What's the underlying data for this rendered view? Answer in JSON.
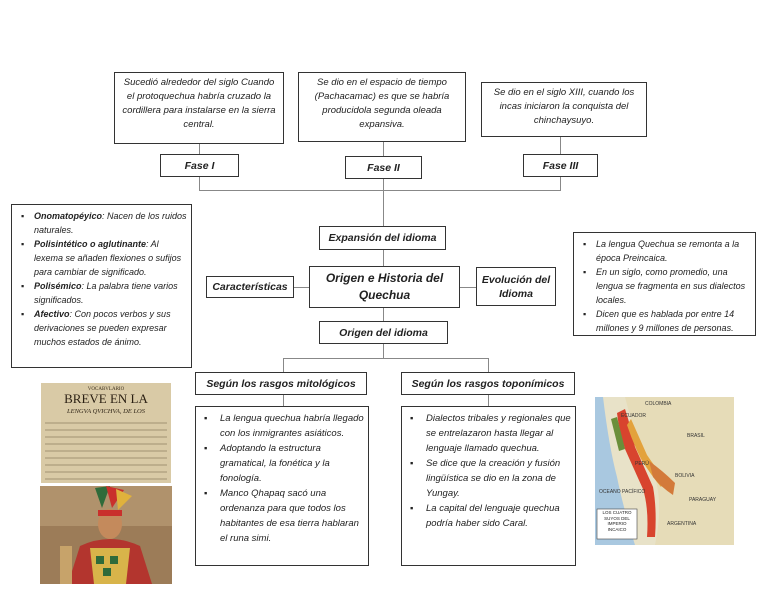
{
  "top": {
    "phase1_text": "Sucedió alrededor del siglo Cuando el protoquechua habría cruzado la cordillera para instalarse en la sierra central.",
    "phase2_text": "Se dio en el espacio de tiempo (Pachacamac) es que se habría producidola segunda oleada expansiva.",
    "phase3_text": "Se dio en el siglo XIII, cuando los incas iniciaron la conquista del chinchaysuyo."
  },
  "phases": {
    "fase1": "Fase I",
    "fase2": "Fase II",
    "fase3": "Fase III"
  },
  "center": {
    "expansion": "Expansión del idioma",
    "main_title": "Origen e Historia del Quechua",
    "origen": "Origen del idioma",
    "caracteristicas": "Características",
    "evolucion": "Evolución del Idioma"
  },
  "characteristics": [
    {
      "term": "Onomatopéyico",
      "text": ": Nacen de los ruidos naturales."
    },
    {
      "term": "Polisintético o aglutinante",
      "text": ": Al lexema se añaden flexiones o sufijos para cambiar de significado."
    },
    {
      "term": "Polisémico",
      "text": ": La palabra tiene varios significados."
    },
    {
      "term": "Afectivo",
      "text": ": Con pocos verbos y sus derivaciones se pueden expresar muchos estados de ánimo."
    }
  ],
  "evolution": [
    "La lengua Quechua se remonta a la época Preincaica.",
    "En un siglo, como promedio, una lengua se fragmenta en sus dialectos locales.",
    "Dicen que es hablada por entre 14 millones y 9 millones de personas."
  ],
  "mythological": {
    "title": "Según los rasgos mitológicos",
    "items": [
      "La lengua quechua habría llegado con los inmigrantes asiáticos.",
      "Adoptando la estructura gramatical, la fonética y la fonología.",
      "Manco Qhapaq sacó una ordenanza para que todos los habitantes de esa tierra hablaran el runa simi."
    ]
  },
  "toponymic": {
    "title": "Según los rasgos toponímicos",
    "items": [
      "Dialectos tribales y regionales que se entrelazaron hasta llegar al lenguaje llamado quechua.",
      "Se dice que la creación y fusión lingüística se dio en la zona de Yungay.",
      "La capital del lenguaje quechua podría haber sido Caral."
    ]
  },
  "vocab_image": {
    "line1": "VOCABVLARIO",
    "line2": "BREVE EN LA",
    "line3": "LENGVA QVICHVA, DE LOS"
  },
  "map": {
    "colombia": "COLOMBIA",
    "ecuador": "ECUADOR",
    "brasil": "BRASIL",
    "bolivia": "BOLIVIA",
    "ocean": "OCEANO PACÍFICO",
    "paraguay": "PARAGUAY",
    "argentina": "ARGENTINA",
    "legend": "LOS CUATRO SUYOS DEL IMPERIO INCAICO",
    "peru": "PERÚ"
  }
}
